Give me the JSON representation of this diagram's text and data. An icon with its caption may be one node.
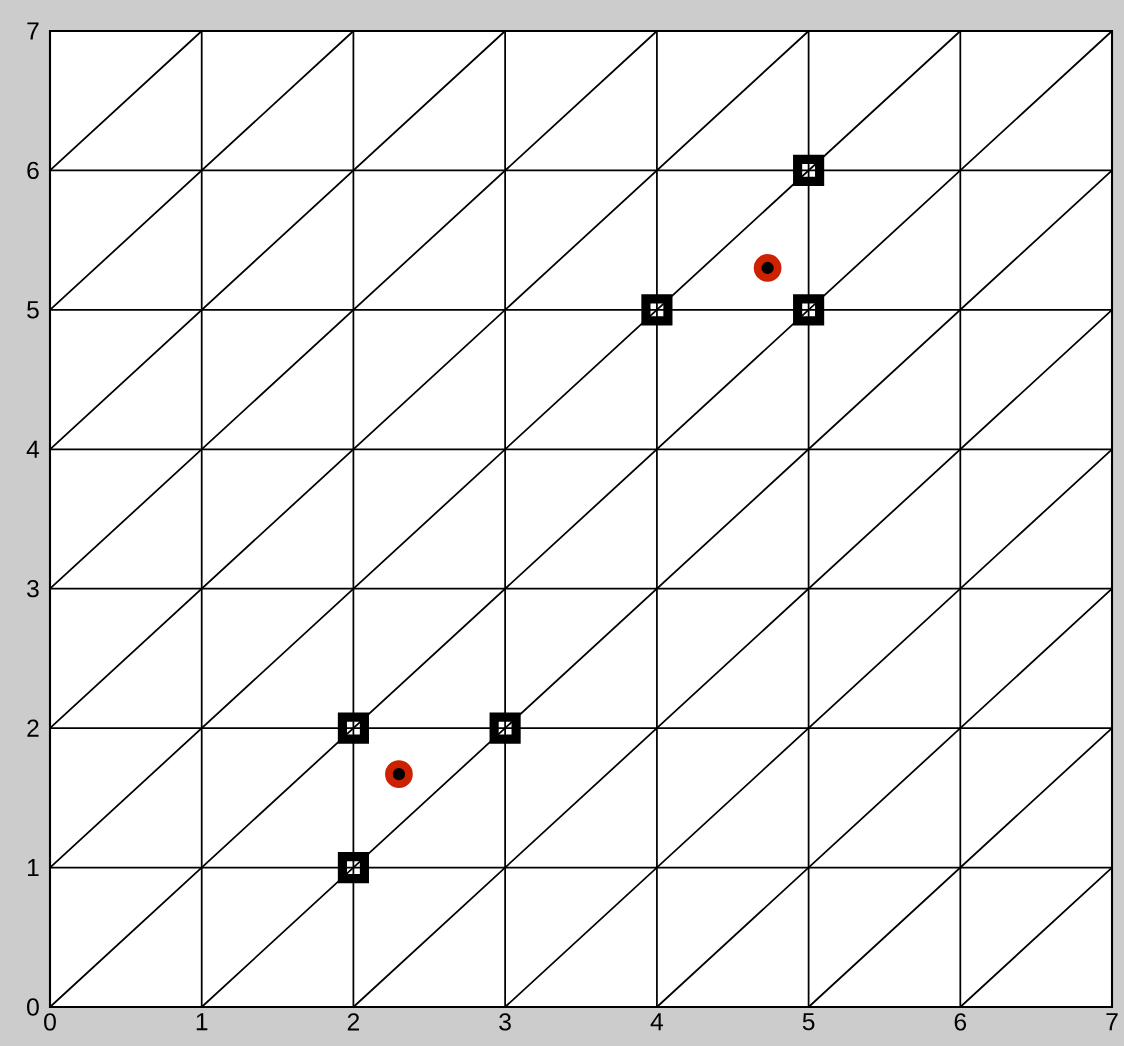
{
  "diagram": {
    "chart_data": {
      "type": "scatter",
      "grid": true,
      "xlim": [
        0,
        7
      ],
      "ylim": [
        0,
        7
      ],
      "xticks": [
        0,
        1,
        2,
        3,
        4,
        5,
        6,
        7
      ],
      "yticks": [
        0,
        1,
        2,
        3,
        4,
        5,
        6,
        7
      ],
      "series": [
        {
          "type": "line",
          "color": "#000000",
          "x": [
            6,
            7,
            null,
            5,
            7,
            null,
            4,
            7,
            null,
            3,
            7,
            null,
            2,
            7,
            null,
            1,
            7,
            null,
            0,
            7,
            null,
            0,
            6,
            null,
            0,
            5,
            null,
            0,
            4,
            null,
            0,
            3,
            null,
            0,
            2,
            null,
            0,
            1
          ],
          "values": [
            0,
            1,
            null,
            0,
            2,
            null,
            0,
            3,
            null,
            0,
            4,
            null,
            0,
            5,
            null,
            0,
            6,
            null,
            0,
            7,
            null,
            1,
            7,
            null,
            2,
            7,
            null,
            3,
            7,
            null,
            4,
            7,
            null,
            5,
            7,
            null,
            6,
            7
          ]
        },
        {
          "marker": "square",
          "color": "#000000",
          "x": [
            2,
            2,
            3,
            4,
            5,
            5
          ],
          "values": [
            1,
            2,
            2,
            5,
            5,
            6
          ]
        },
        {
          "marker": "circle",
          "color": "#cc2200",
          "x": [
            2.3,
            4.73
          ],
          "values": [
            1.67,
            5.3
          ]
        }
      ]
    }
  }
}
